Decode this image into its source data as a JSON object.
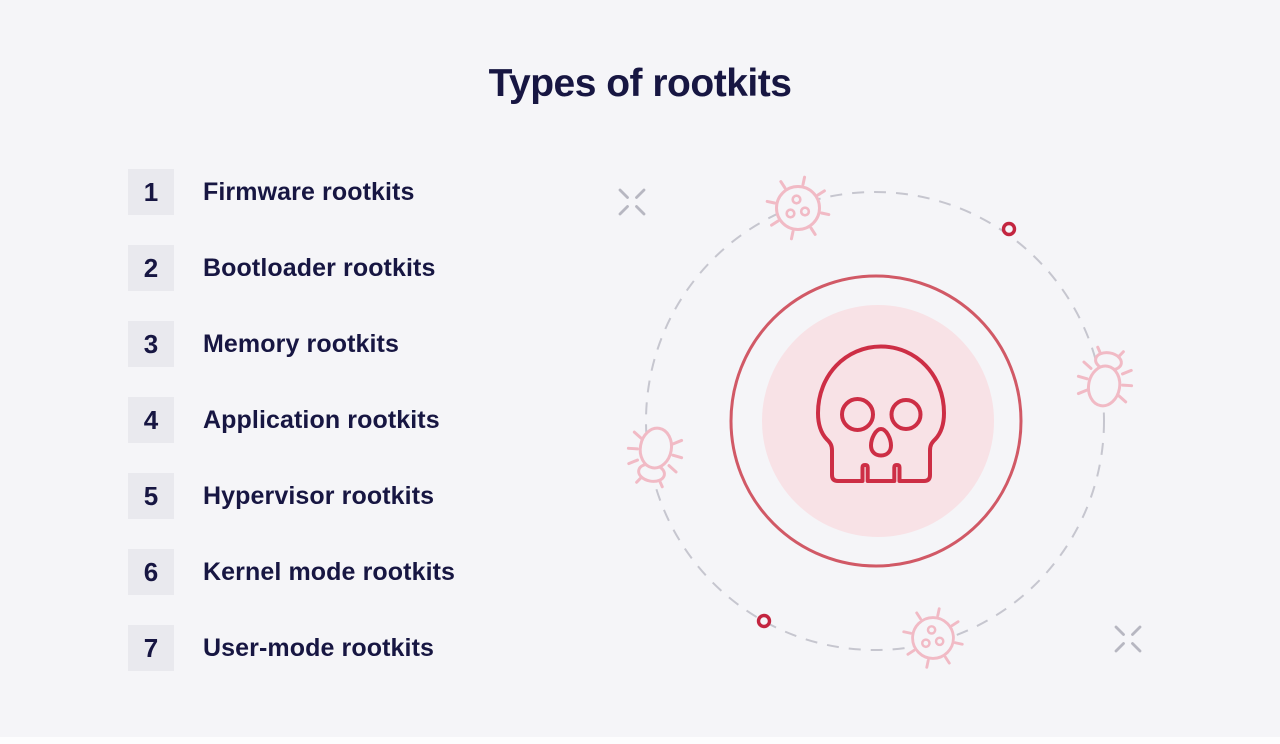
{
  "page": {
    "title": "Types of rootkits",
    "background_color": "#f5f5f8"
  },
  "list": {
    "items": [
      {
        "number": "1",
        "label": "Firmware rootkits"
      },
      {
        "number": "2",
        "label": "Bootloader rootkits"
      },
      {
        "number": "3",
        "label": "Memory rootkits"
      },
      {
        "number": "4",
        "label": "Application rootkits"
      },
      {
        "number": "5",
        "label": "Hypervisor rootkits"
      },
      {
        "number": "6",
        "label": "Kernel mode rootkits"
      },
      {
        "number": "7",
        "label": "User-mode rootkits"
      }
    ]
  },
  "illustration": {
    "center_icon": "skull-icon",
    "orbit_icons": [
      "virus-icon-top",
      "circle-marker-top-right",
      "bug-icon-right",
      "bug-icon-left",
      "circle-marker-bottom-left",
      "virus-icon-bottom",
      "x-mark-top-left",
      "x-mark-bottom-right"
    ],
    "colors": {
      "skull_red": "#cd2e45",
      "ring_red": "#d15966",
      "pink_fill": "#f8e2e6",
      "soft_pink": "#f1bac5",
      "marker_red": "#c32540",
      "orbit_gray": "#c6c6cf",
      "x_gray": "#b7b7c1",
      "text_navy": "#171642",
      "number_box_bg": "#e9e9ee"
    }
  }
}
